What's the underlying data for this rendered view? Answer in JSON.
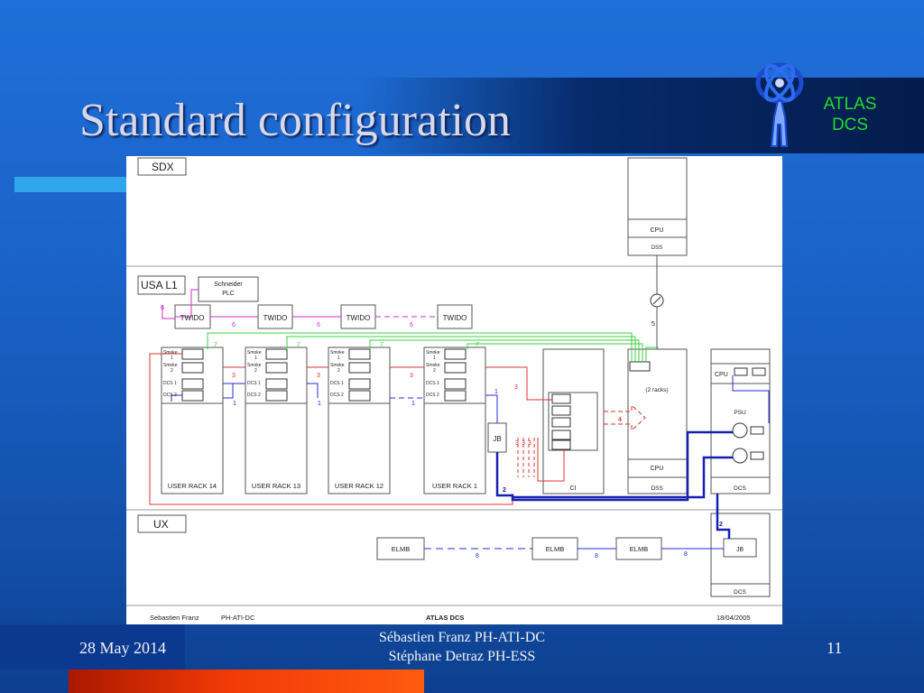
{
  "slide": {
    "title": "Standard configuration",
    "brand_line1": "ATLAS",
    "brand_line2": "DCS",
    "logo_icon": "atlas-logo-icon",
    "footer_date": "28 May 2014",
    "footer_author_line1": "Sébastien Franz PH-ATI-DC",
    "footer_author_line2": "Stéphane Detraz PH-ESS",
    "page_number": "11"
  },
  "diagram": {
    "zones": {
      "sdx": "SDX",
      "usa": "USA L1",
      "ux": "UX"
    },
    "plc": {
      "line1": "Schneider",
      "line2": "PLC"
    },
    "twido": [
      "TWIDO",
      "TWIDO",
      "TWIDO",
      "TWIDO"
    ],
    "rack_labels": [
      "USER RACK 14",
      "USER RACK 13",
      "USER RACK 12",
      "USER RACK 1"
    ],
    "slot_labels": {
      "smoke1_a": "Smoke",
      "smoke1_b": "1",
      "smoke2_a": "Smoke",
      "smoke2_b": "2",
      "dcs1": "DCS 1",
      "dcs2": "DCS 2"
    },
    "jb": "JB",
    "ci": "CI",
    "dss": "DSS",
    "cpu": "CPU",
    "psu": "PSU",
    "dcs": "DCS",
    "racks_note": "(2 racks)",
    "elmb": [
      "ELMB",
      "ELMB",
      "ELMB"
    ],
    "cable_numbers": {
      "n1": "1",
      "n2": "2",
      "n3": "3",
      "n4": "4",
      "n5": "5",
      "n6": "6",
      "n7": "7",
      "n8": "8"
    },
    "footer": {
      "author": "Sebastien Franz",
      "group": "PH-ATI-DC",
      "title": "ATLAS DCS",
      "date": "18/04/2005"
    },
    "colors": {
      "magenta": "#d22ad2",
      "green": "#3ecf3e",
      "red": "#e03030",
      "blue": "#2a2ad6",
      "dark_blue": "#1620b0"
    }
  }
}
